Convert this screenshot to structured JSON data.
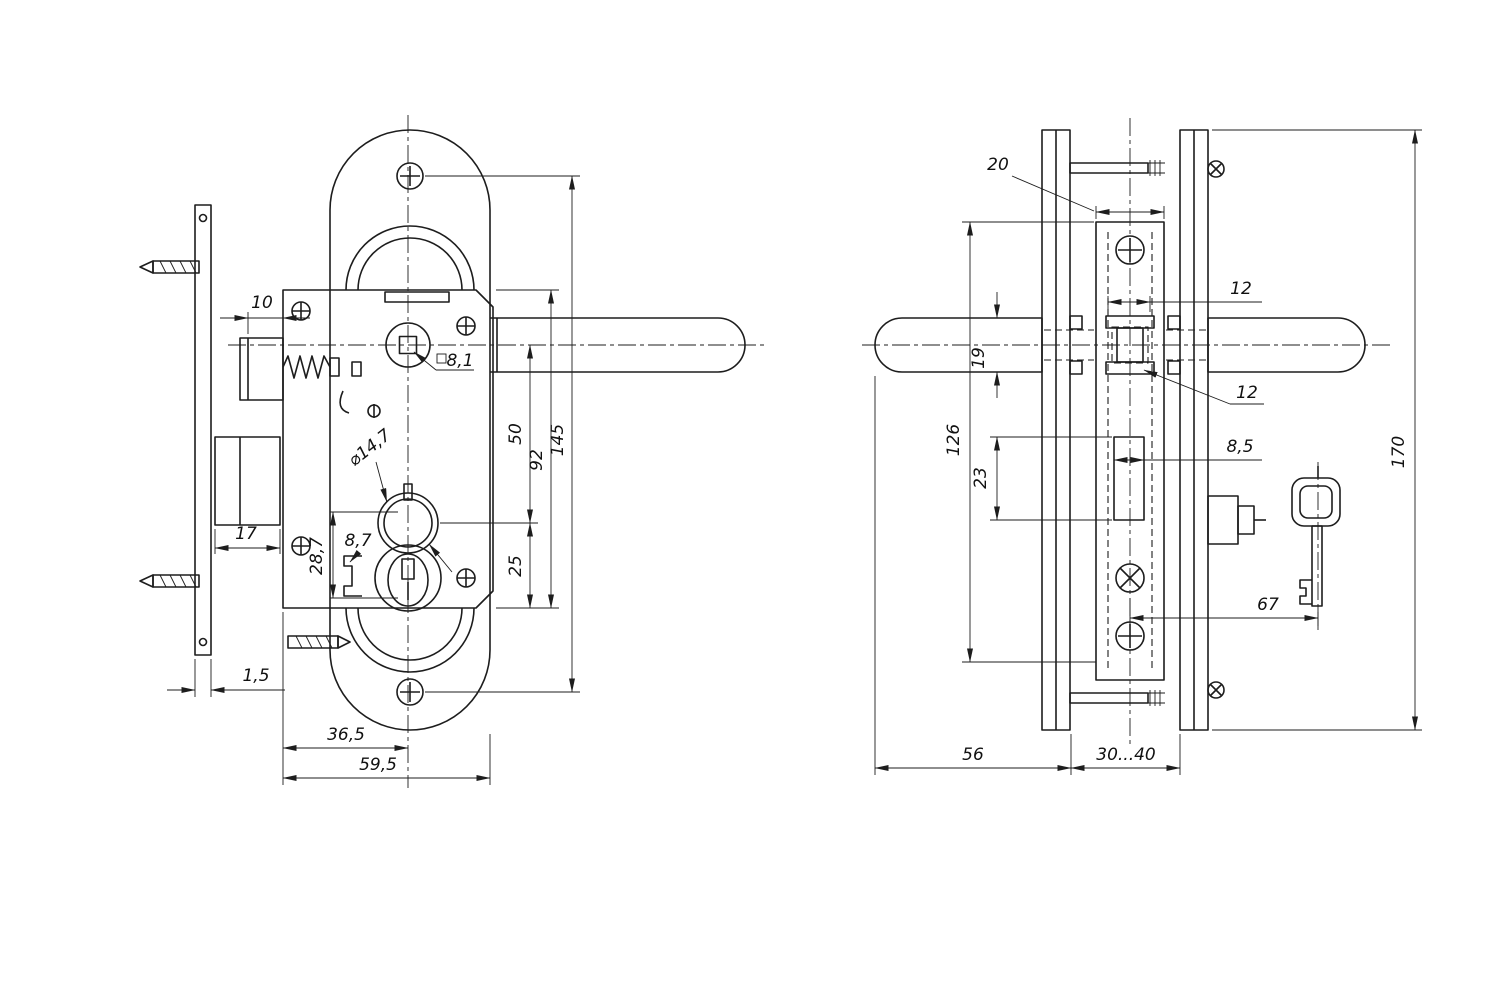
{
  "page": {
    "background": "#ffffff",
    "line_color": "#1d1d1d"
  },
  "left_view": {
    "dims": {
      "d10": "10",
      "d17": "17",
      "d1_5": "1,5",
      "d36_5": "36,5",
      "d59_5": "59,5",
      "d28_7": "28,7",
      "d8_7": "8,7",
      "dia14_7": "⌀14,7",
      "sq8_1": "8,1",
      "d50": "50",
      "d25": "25",
      "d92": "92",
      "d145": "145"
    }
  },
  "right_view": {
    "dims": {
      "d20": "20",
      "d12_top": "12",
      "d19": "19",
      "d12_bottom": "12",
      "d126": "126",
      "d23": "23",
      "d8_5": "8,5",
      "d67": "67",
      "d56": "56",
      "d30_40": "30...40",
      "d170": "170"
    }
  }
}
